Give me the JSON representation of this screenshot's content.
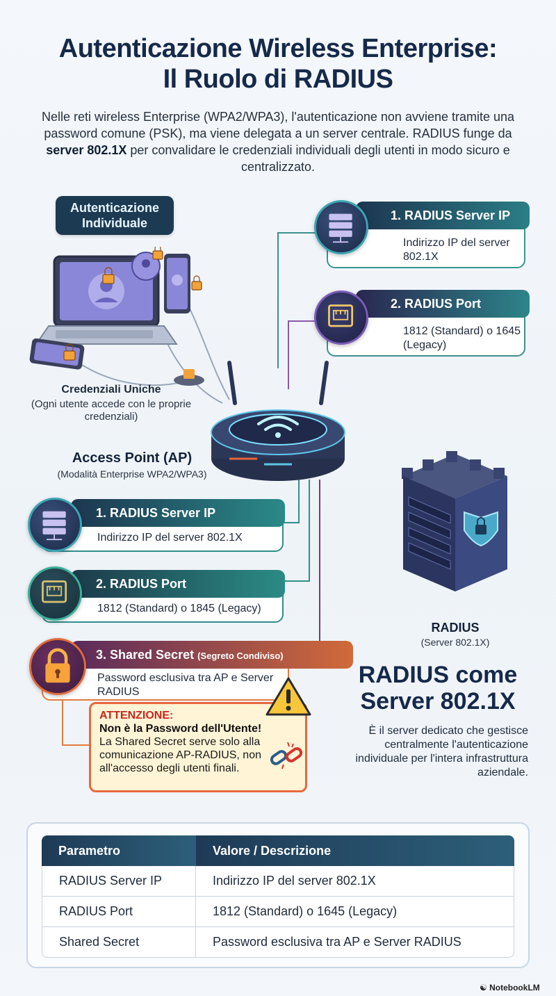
{
  "header": {
    "title_line1": "Autenticazione Wireless Enterprise:",
    "title_line2": "Il Ruolo di RADIUS",
    "intro_before": "Nelle reti wireless Enterprise (WPA2/WPA3), l'autenticazione non avviene tramite una password comune (PSK), ma viene delegata a un server centrale. RADIUS funge da ",
    "intro_bold": "server 802.1X",
    "intro_after": " per convalidare le credenziali individuali degli utenti in modo sicuro e centralizzato."
  },
  "client": {
    "badge": "Autenticazione Individuale",
    "cred_title": "Credenziali Uniche",
    "cred_sub": "(Ogni utente accede con le proprie credenziali)"
  },
  "ap": {
    "title": "Access Point (AP)",
    "subtitle": "(Modalità Enterprise WPA2/WPA3)"
  },
  "right_cards": [
    {
      "title": "1. RADIUS Server IP",
      "body": "Indirizzo IP del server 802.1X"
    },
    {
      "title": "2. RADIUS Port",
      "body": "1812 (Standard) o 1645 (Legacy)"
    }
  ],
  "left_cards": [
    {
      "title": "1. RADIUS Server IP",
      "body": "Indirizzo IP del server 802.1X"
    },
    {
      "title": "2. RADIUS Port",
      "body": "1812 (Standard) o 1845 (Legacy)"
    },
    {
      "title": "3. Shared Secret",
      "title_small": "(Segreto Condiviso)",
      "body": "Password esclusiva tra AP e Server RADIUS"
    }
  ],
  "warning": {
    "title": "ATTENZIONE:",
    "subtitle": "Non è la Password dell'Utente!",
    "text": "La Shared Secret serve solo alla comunicazione AP-RADIUS, non all'accesso degli utenti finali."
  },
  "radius": {
    "title": "RADIUS",
    "subtitle": "(Server 802.1X)",
    "big_line1": "RADIUS come",
    "big_line2": "Server 802.1X",
    "desc": "È il server dedicato che gestisce centralmente l'autenticazione individuale per l'intera infrastruttura aziendale."
  },
  "table": {
    "headers": [
      "Parametro",
      "Valore / Descrizione"
    ],
    "rows": [
      [
        "RADIUS Server IP",
        "Indirizzo IP del server 802.1X"
      ],
      [
        "RADIUS Port",
        "1812 (Standard) o 1645 (Legacy)"
      ],
      [
        "Shared Secret",
        "Password esclusiva tra AP e Server RADIUS"
      ]
    ]
  },
  "brand": "NotebookLM",
  "colors": {
    "navy": "#15294a",
    "teal": "#2f8f8a",
    "orange": "#e57a3e",
    "warning_bg": "#fff4d6",
    "warning_red": "#c8261d"
  }
}
